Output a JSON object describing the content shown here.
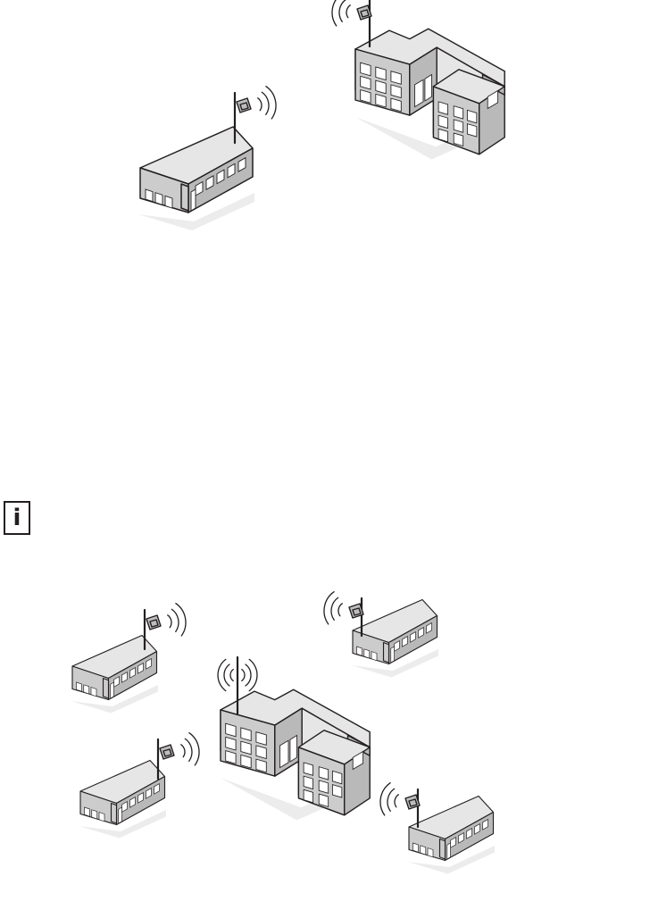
{
  "note": {
    "icon": "info-icon",
    "glyph": "i"
  },
  "diagrams": [
    {
      "id": "point-to-point",
      "buildings": [
        "small-building",
        "large-building"
      ],
      "antennas": [
        "directional-antenna",
        "directional-antenna"
      ]
    },
    {
      "id": "point-to-multipoint",
      "buildings": [
        "large-building",
        "small-building",
        "small-building",
        "small-building",
        "small-building"
      ],
      "antennas": [
        "omnidirectional-antenna",
        "directional-antenna",
        "directional-antenna",
        "directional-antenna",
        "directional-antenna"
      ]
    }
  ],
  "colors": {
    "line": "#231f20",
    "roof": "#e6e6e6",
    "front": "#cccccc",
    "side": "#b9b9b9",
    "shadow": "#ececec"
  }
}
